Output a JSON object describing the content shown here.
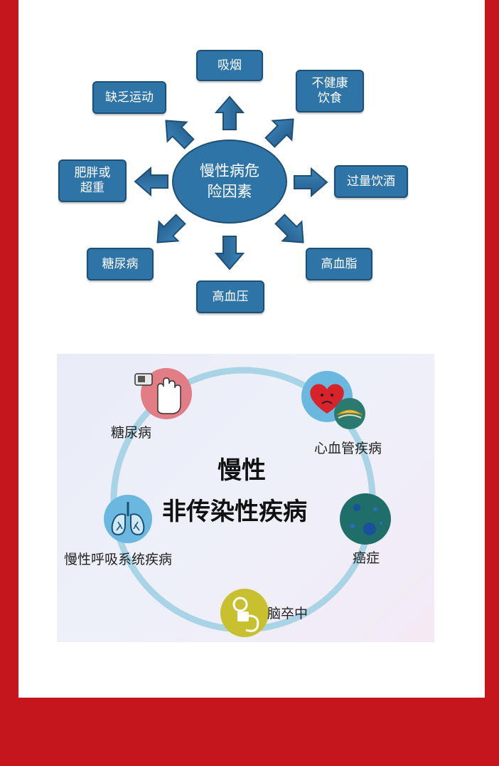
{
  "risk_factors": {
    "center": [
      "慢性病危",
      "险因素"
    ],
    "top": "吸烟",
    "top_right": [
      "不健康",
      "饮食"
    ],
    "right": "过量饮酒",
    "bottom_right": "高血脂",
    "bottom": "高血压",
    "bottom_left": "糖尿病",
    "left": [
      "肥胖或",
      "超重"
    ],
    "top_left": "缺乏运动"
  },
  "ncd": {
    "title_line1": "慢性",
    "title_line2": "非传染性疾病",
    "diseases": {
      "diabetes": "糖尿病",
      "cardiovascular": "心血管疾病",
      "cancer": "癌症",
      "stroke": "脑卒中",
      "respiratory": "慢性呼吸系统疾病"
    }
  },
  "colors": {
    "background_red": "#c4161c",
    "node_blue": "#2f74a6",
    "ring_blue": "#a9d4e6"
  }
}
